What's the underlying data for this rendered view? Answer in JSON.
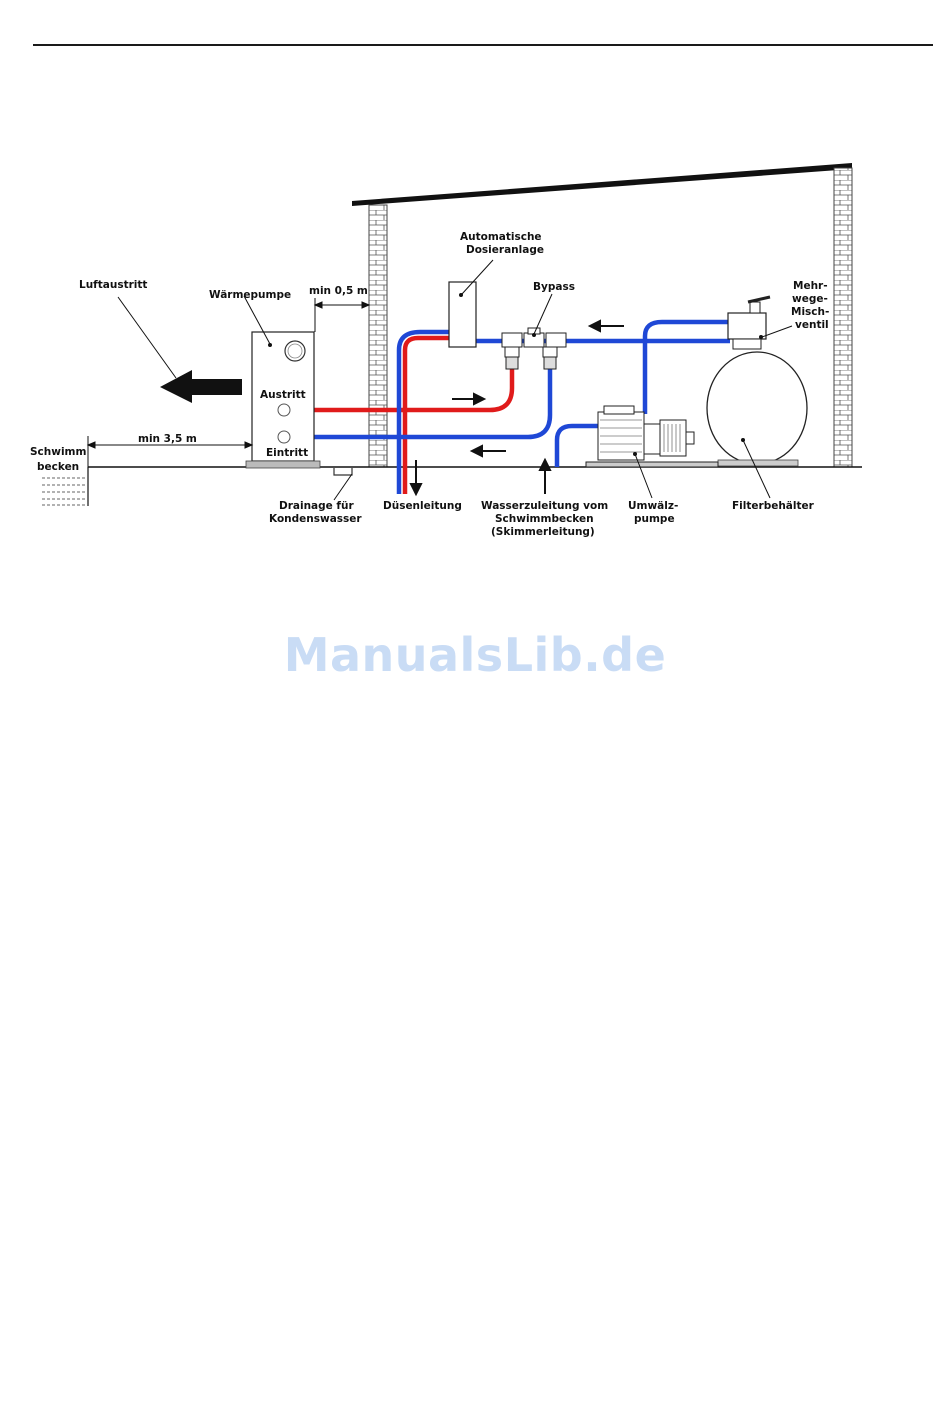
{
  "labels": {
    "luftaustritt": "Luftaustritt",
    "waermepumpe": "Wärmepumpe",
    "min_05": "min 0,5 m",
    "dosier_1": "Automatische",
    "dosier_2": "Dosieranlage",
    "bypass": "Bypass",
    "mehrwege_1": "Mehr-",
    "mehrwege_2": "wege-",
    "mehrwege_3": "Misch-",
    "mehrwege_4": "ventil",
    "austritt": "Austritt",
    "eintritt": "Eintritt",
    "min_35": "min 3,5 m",
    "schwimm_1": "Schwimm",
    "schwimm_2": "becken",
    "drainage_1": "Drainage für",
    "drainage_2": "Kondenswasser",
    "duesen": "Düsenleitung",
    "wasser_1": "Wasserzuleitung vom",
    "wasser_2": "Schwimmbecken",
    "wasser_3": "(Skimmerleitung)",
    "umwaelz_1": "Umwälz-",
    "umwaelz_2": "pumpe",
    "filter": "Filterbehälter"
  },
  "watermark": "ManualsLib.de",
  "colors": {
    "hot_pipe": "#e01b1b",
    "cold_pipe": "#1f48d6",
    "watermark": "#c9dcf5"
  }
}
